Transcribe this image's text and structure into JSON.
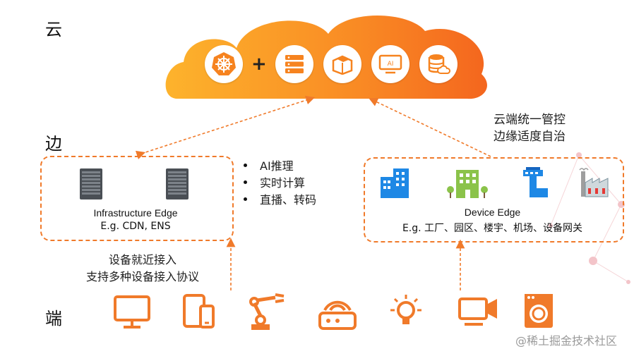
{
  "tiers": {
    "cloud": "云",
    "edge": "边",
    "device": "端"
  },
  "cloud_icons": [
    {
      "icon": "kubernetes-helm-icon"
    },
    {
      "icon": "plus-sign"
    },
    {
      "icon": "server-stack-icon"
    },
    {
      "icon": "container-box-icon"
    },
    {
      "icon": "ai-monitor-icon"
    },
    {
      "icon": "database-cloud-icon"
    }
  ],
  "plus": "+",
  "infra_edge": {
    "title": "Infrastructure Edge",
    "subtitle": "E.g. CDN, ENS"
  },
  "capabilities": [
    "AI推理",
    "实时计算",
    "直播、转码"
  ],
  "cloud_control": {
    "line1": "云端统一管控",
    "line2": "边缘适度自治"
  },
  "device_edge": {
    "title": "Device Edge",
    "subtitle": "E.g. 工厂、园区、楼宇、机场、设备网关"
  },
  "access": {
    "line1": "设备就近接入",
    "line2": "支持多种设备接入协议"
  },
  "devices": [
    "monitor-icon",
    "phone-tablet-icon",
    "robot-arm-icon",
    "router-icon",
    "light-bulb-icon",
    "video-camera-icon",
    "washing-machine-icon"
  ],
  "watermark": "@稀土掘金技术社区",
  "colors": {
    "accent": "#f07a2a",
    "cloud_light": "#fdb22c",
    "cloud_dark": "#f46a1f",
    "building_blue": "#1e88e5",
    "building_green": "#8bc34a"
  }
}
